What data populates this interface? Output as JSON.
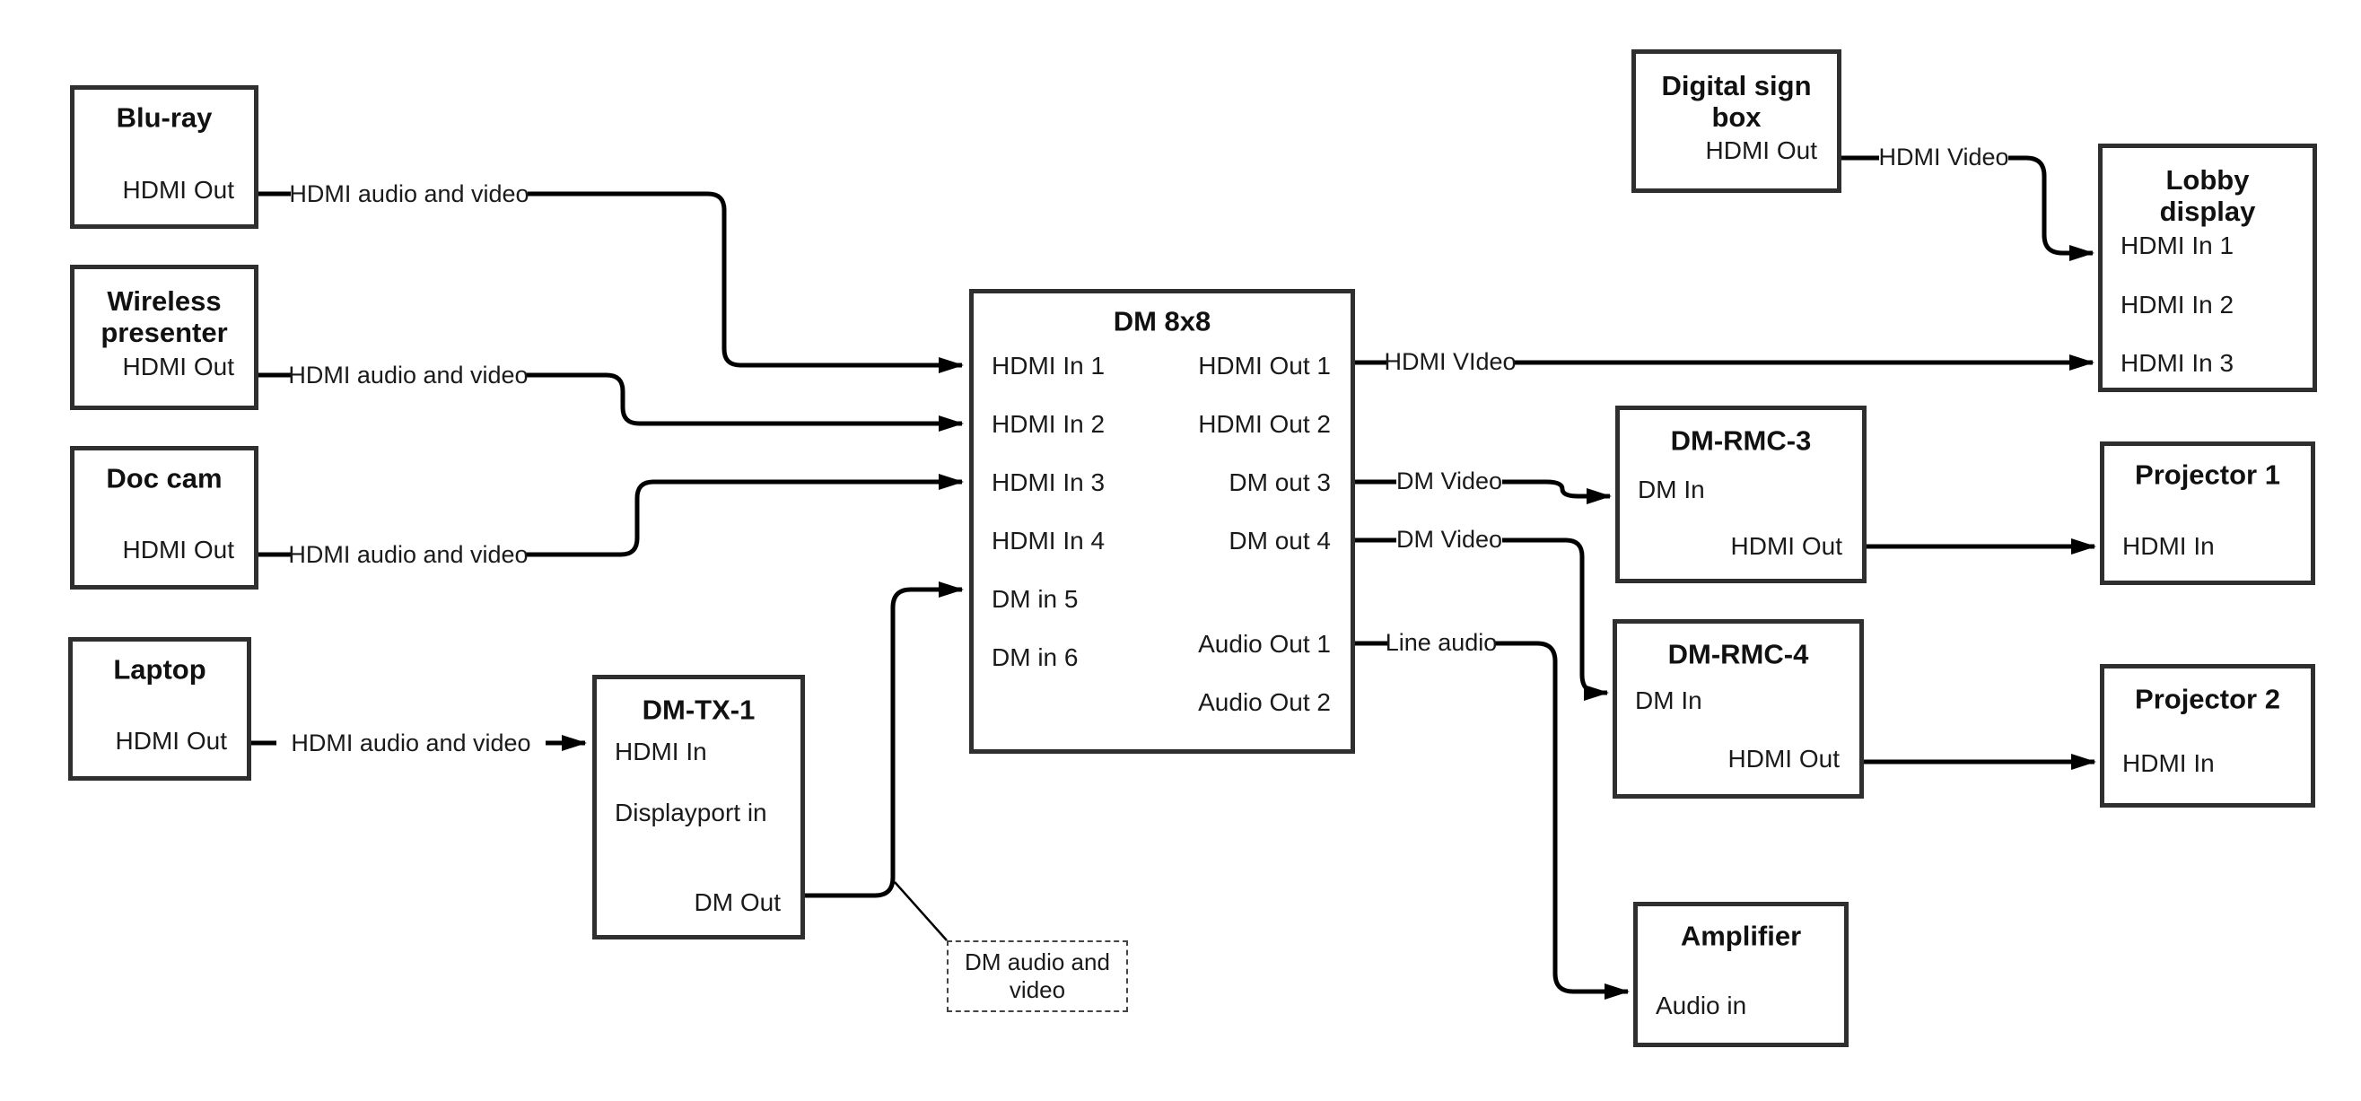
{
  "colors": {
    "background": "#ffffff",
    "wire": "#000000",
    "box_border": "#2f2f2f",
    "text": "#111111"
  },
  "boxes": {
    "blu_ray": {
      "title": "Blu-ray",
      "ports": [
        "HDMI Out"
      ]
    },
    "wireless_presenter": {
      "title": "Wireless presenter",
      "ports": [
        "HDMI Out"
      ]
    },
    "doc_cam": {
      "title": "Doc cam",
      "ports": [
        "HDMI Out"
      ]
    },
    "laptop": {
      "title": "Laptop",
      "ports": [
        "HDMI Out"
      ]
    },
    "dm_tx_1": {
      "title": "DM-TX-1",
      "ports": [
        "HDMI In",
        "Displayport in",
        "DM Out"
      ]
    },
    "dm_8x8": {
      "title": "DM 8x8",
      "left_ports": [
        "HDMI In 1",
        "HDMI In 2",
        "HDMI In 3",
        "HDMI In 4",
        "DM in 5",
        "DM in 6"
      ],
      "right_ports": [
        "HDMI Out 1",
        "HDMI Out 2",
        "DM out 3",
        "DM out 4",
        "Audio Out 1",
        "Audio Out 2"
      ]
    },
    "digital_sign_box": {
      "title": "Digital sign box",
      "ports": [
        "HDMI Out"
      ]
    },
    "lobby_display": {
      "title": "Lobby display",
      "ports": [
        "HDMI In 1",
        "HDMI In 2",
        "HDMI In 3"
      ]
    },
    "dm_rmc_3": {
      "title": "DM-RMC-3",
      "ports": [
        "DM In",
        "HDMI Out"
      ]
    },
    "projector_1": {
      "title": "Projector 1",
      "ports": [
        "HDMI In"
      ]
    },
    "dm_rmc_4": {
      "title": "DM-RMC-4",
      "ports": [
        "DM In",
        "HDMI Out"
      ]
    },
    "projector_2": {
      "title": "Projector 2",
      "ports": [
        "HDMI In"
      ]
    },
    "amplifier": {
      "title": "Amplifier",
      "ports": [
        "Audio in"
      ]
    }
  },
  "wire_labels": {
    "blu_ray": "HDMI audio and video",
    "wireless_presenter": "HDMI audio and video",
    "doc_cam": "HDMI audio and video",
    "laptop": "HDMI audio and video",
    "hdmi_out_1": "HDMI VIdeo",
    "dm_out_3": "DM Video",
    "dm_out_4": "DM Video",
    "audio_out_1": "Line audio",
    "digital_sign": "HDMI Video"
  },
  "callout": {
    "text": "DM audio and video"
  },
  "connections": [
    {
      "from": "Blu-ray HDMI Out",
      "to": "DM 8x8 HDMI In 1",
      "label": "HDMI audio and video"
    },
    {
      "from": "Wireless presenter HDMI Out",
      "to": "DM 8x8 HDMI In 2",
      "label": "HDMI audio and video"
    },
    {
      "from": "Doc cam HDMI Out",
      "to": "DM 8x8 HDMI In 3",
      "label": "HDMI audio and video"
    },
    {
      "from": "Laptop HDMI Out",
      "to": "DM-TX-1 HDMI In",
      "label": "HDMI audio and video"
    },
    {
      "from": "DM-TX-1 DM Out",
      "to": "DM 8x8 DM in 5",
      "label": "DM audio and video"
    },
    {
      "from": "DM 8x8 HDMI Out 1",
      "to": "Lobby display HDMI In 3",
      "label": "HDMI VIdeo"
    },
    {
      "from": "DM 8x8 DM out 3",
      "to": "DM-RMC-3 DM In",
      "label": "DM Video"
    },
    {
      "from": "DM 8x8 DM out 4",
      "to": "DM-RMC-4 DM In",
      "label": "DM Video"
    },
    {
      "from": "DM 8x8 Audio Out 1",
      "to": "Amplifier Audio in",
      "label": "Line audio"
    },
    {
      "from": "Digital sign box HDMI Out",
      "to": "Lobby display HDMI In 1",
      "label": "HDMI Video"
    },
    {
      "from": "DM-RMC-3 HDMI Out",
      "to": "Projector 1 HDMI In",
      "label": ""
    },
    {
      "from": "DM-RMC-4 HDMI Out",
      "to": "Projector 2 HDMI In",
      "label": ""
    }
  ]
}
